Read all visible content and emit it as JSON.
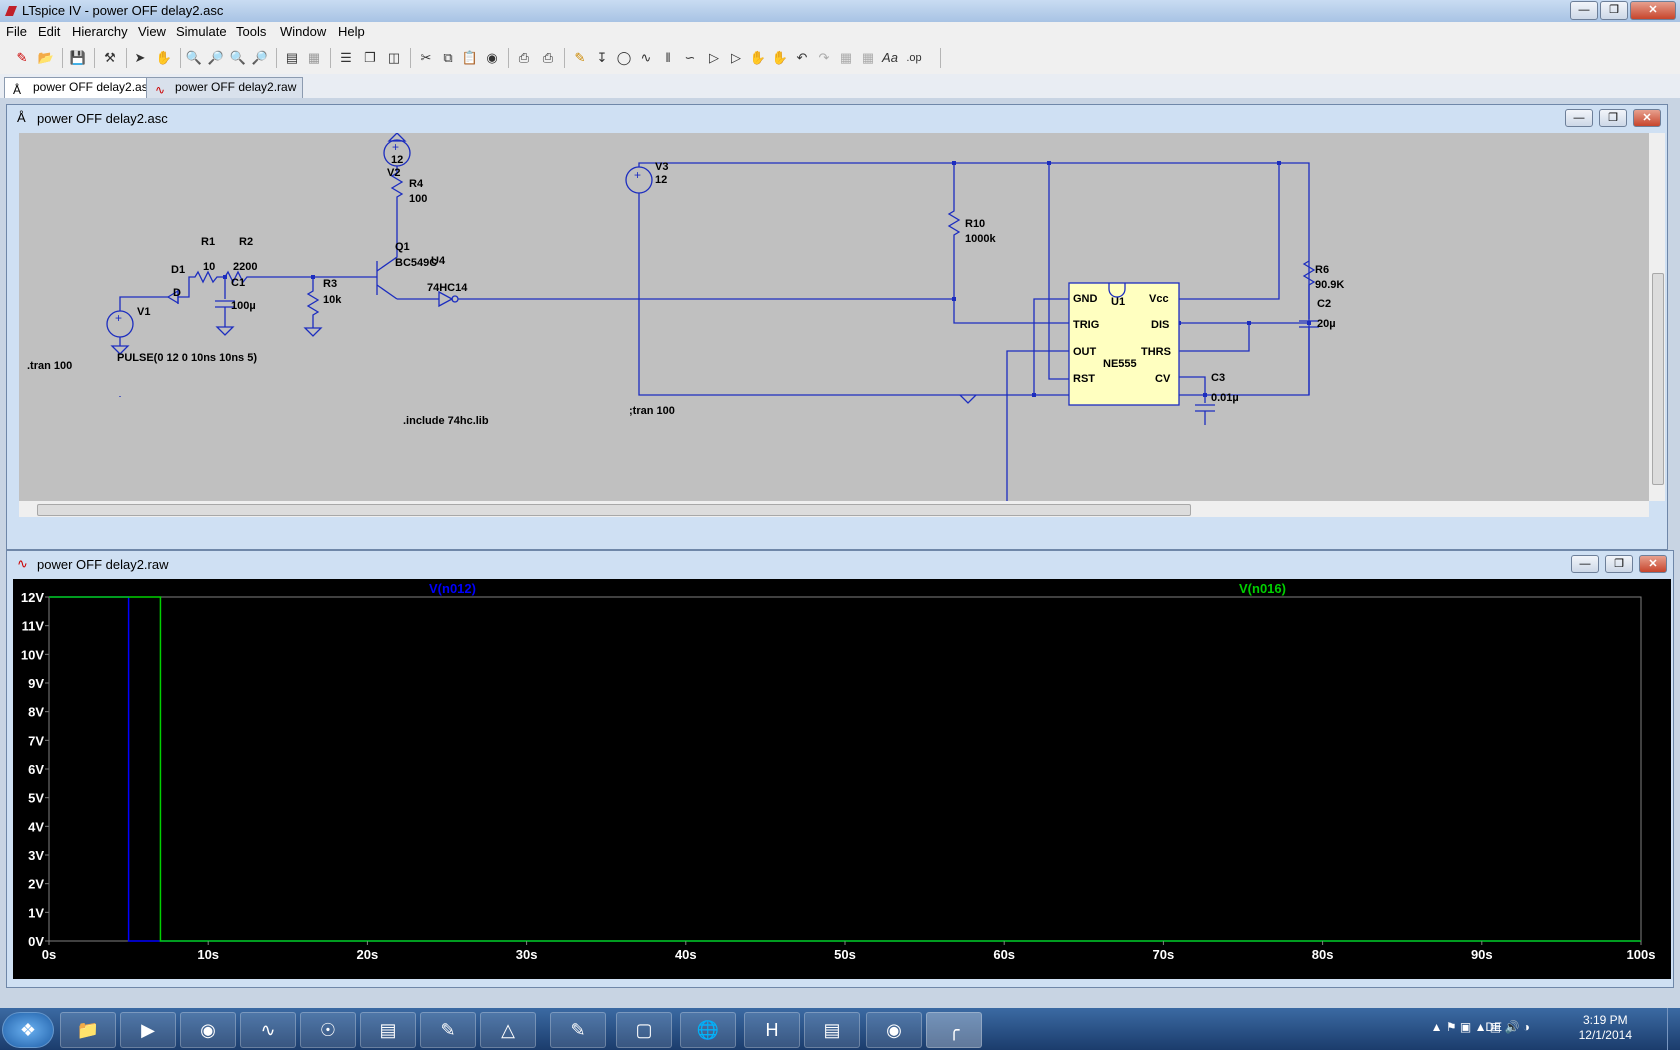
{
  "window": {
    "title": "LTspice IV - power OFF delay2.asc"
  },
  "menu": [
    "File",
    "Edit",
    "Hierarchy",
    "View",
    "Simulate",
    "Tools",
    "Window",
    "Help"
  ],
  "tabs": [
    {
      "label": "power OFF delay2.asc"
    },
    {
      "label": "power OFF delay2.raw"
    }
  ],
  "schematic": {
    "title": "power OFF delay2.asc",
    "labels": {
      "v2_val": "12",
      "v2": "V2",
      "r4": "R4",
      "r4_val": "100",
      "q1": "Q1",
      "q1_model": "BC549C",
      "u4": "U4",
      "u4_model": "74HC14",
      "r1": "R1",
      "r1_val": "10",
      "r2": "R2",
      "r2_val": "2200",
      "d1": "D1",
      "d1_model": "D",
      "c1": "C1",
      "c1_val": "100µ",
      "r3": "R3",
      "r3_val": "10k",
      "v1": "V1",
      "pulse": "PULSE(0 12 0 10ns 10ns 5)",
      "tran1": ".tran 100",
      "include": ".include 74hc.lib",
      "tran2": ";tran 100",
      "v3": "V3",
      "v3_val": "12",
      "r10": "R10",
      "r10_val": "1000k",
      "u1": "U1",
      "ne555": "NE555",
      "gnd": "GND",
      "vcc": "Vcc",
      "trig": "TRIG",
      "dis": "DIS",
      "out": "OUT",
      "thrs": "THRS",
      "rst": "RST",
      "cv": "CV",
      "r6": "R6",
      "r6_val": "90.9K",
      "c2": "C2",
      "c2_val": "20µ",
      "c3": "C3",
      "c3_val": "0.01µ"
    }
  },
  "waveform": {
    "title": "power OFF delay2.raw",
    "trace1_label": "V(n012)",
    "trace2_label": "V(n016)",
    "trace1_color": "#0000ff",
    "trace2_color": "#00d000"
  },
  "chart_data": {
    "type": "line",
    "xlabel": "",
    "ylabel": "",
    "xlim": [
      0,
      100
    ],
    "ylim": [
      0,
      12
    ],
    "x_ticks": [
      "0s",
      "10s",
      "20s",
      "30s",
      "40s",
      "50s",
      "60s",
      "70s",
      "80s",
      "90s",
      "100s"
    ],
    "y_ticks": [
      "0V",
      "1V",
      "2V",
      "3V",
      "4V",
      "5V",
      "6V",
      "7V",
      "8V",
      "9V",
      "10V",
      "11V",
      "12V"
    ],
    "series": [
      {
        "name": "V(n012)",
        "color": "#0000ff",
        "x": [
          0,
          5,
          5,
          100
        ],
        "y": [
          12,
          12,
          0,
          0
        ]
      },
      {
        "name": "V(n016)",
        "color": "#00d000",
        "x": [
          0,
          7,
          7,
          100
        ],
        "y": [
          12,
          12,
          0,
          0
        ]
      }
    ]
  },
  "taskbar": {
    "lang": "DE",
    "time": "3:19 PM",
    "date": "12/1/2014"
  }
}
